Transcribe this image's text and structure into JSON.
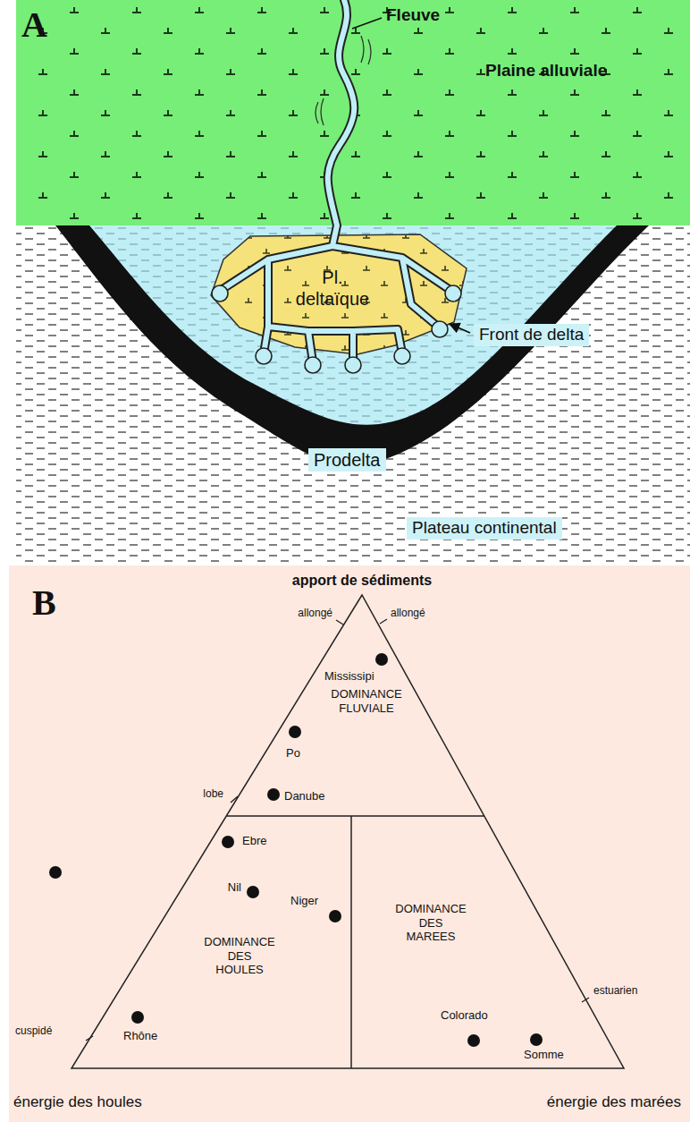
{
  "diagram": {
    "labels": [
      "A",
      "Fleuve",
      "Plaine alluviale",
      "Pl. deltaïque",
      "Front de delta",
      "Prodelta",
      "Plateau continental",
      "B",
      "apport de sédiments",
      "allongé",
      "allongé",
      "Mississipi",
      "DOMINANCE FLUVIALE",
      "Po",
      "lobe",
      "Danube",
      "Ebre",
      "Nil",
      "Niger",
      "DOMINANCE DES HOULES",
      "DOMINANCE DES MAREES",
      "estuarien",
      "cuspidé",
      "Rhône",
      "Colorado",
      "Somme",
      "énergie des houles",
      "énergie des marées"
    ]
  }
}
